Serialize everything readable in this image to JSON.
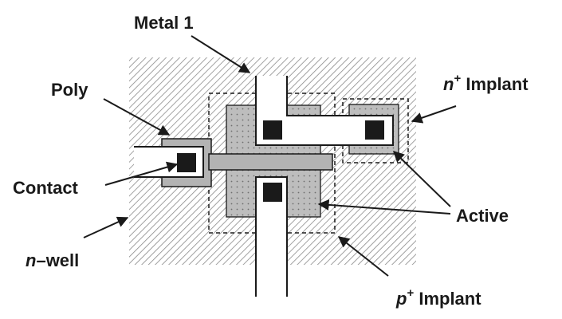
{
  "labels": {
    "metal1": "Metal 1",
    "poly": "Poly",
    "contact": "Contact",
    "n_well_italic": "n",
    "n_well_rest": "–well",
    "n_implant_italic": "n",
    "n_implant_sup": "+",
    "n_implant_rest": " Implant",
    "active": "Active",
    "p_implant_italic": "p",
    "p_implant_sup": "+",
    "p_implant_rest": " Implant"
  },
  "colors": {
    "nwell_hatch": "#8a8a8a",
    "active_fill": "#bdbdbd",
    "poly_fill": "#b3b3b3",
    "contact_fill": "#1a1a1a",
    "metal_fill": "#ffffff",
    "outline": "#1a1a1a"
  }
}
